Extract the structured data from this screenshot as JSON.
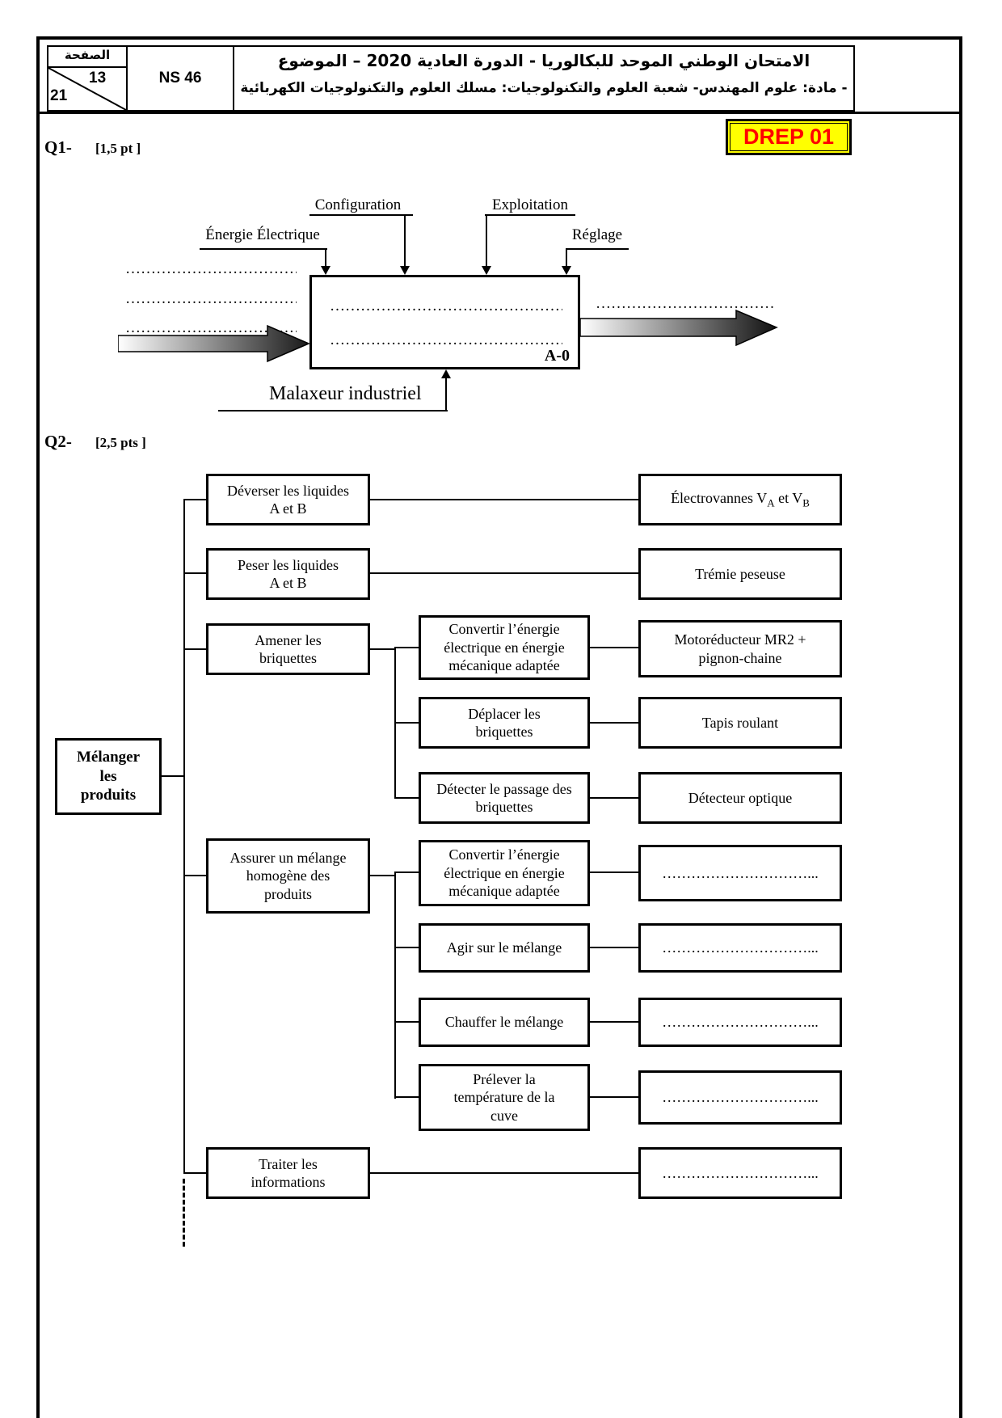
{
  "header": {
    "page_label": "الصفحة",
    "page_number": "13",
    "total_pages": "21",
    "ns_code": "NS 46",
    "title_line1": "الامتحان الوطني الموحد للبكالوريا - الدورة العادية 2020 – الموضوع",
    "title_line2": "- مادة: علوم المهندس- شعبة العلوم والتكنولوجيات: مسلك العلوم والتكنولوجيات الكهربائية"
  },
  "badge": {
    "label": "DREP 01",
    "bg_color": "#FFFF00",
    "text_color": "#FF0000"
  },
  "q1": {
    "label": "Q1-",
    "points": "[1,5 pt ]",
    "inputs": {
      "energie": "Énergie Électrique",
      "config": "Configuration",
      "exploit": "Exploitation",
      "reglage": "Réglage"
    },
    "left_dots1": "………………………………",
    "left_dots2": "………………………………",
    "left_dots3": "………………………………",
    "box_line1": "………………………………………………",
    "box_line2": "………………………………………………",
    "box_id": "A-0",
    "out_dots": "………………………………",
    "caption": "Malaxeur industriel"
  },
  "q2": {
    "label": "Q2-",
    "points": "[2,5 pts ]",
    "root": "Mélanger\nles\nproduits",
    "fn1": "Déverser les liquides\nA et B",
    "fn2": "Peser les liquides\nA et B",
    "fn3": "Amener les\nbriquettes",
    "fn4": "Assurer un mélange\nhomogène des\nproduits",
    "fn5": "Traiter les\ninformations",
    "sub1": "Convertir l’énergie\nélectrique en énergie\nmécanique adaptée",
    "sub2": "Déplacer les\nbriquettes",
    "sub3": "Détecter le passage des\nbriquettes",
    "sub4": "Convertir l’énergie\nélectrique en énergie\nmécanique adaptée",
    "sub5": "Agir sur le mélange",
    "sub6": "Chauffer le mélange",
    "sub7": "Prélever la\ntempérature de la\ncuve",
    "sol1_pre": "Électrovannes V",
    "sol1_sub_a": "A",
    "sol1_mid": " et V",
    "sol1_sub_b": "B",
    "sol2": "Trémie peseuse",
    "sol3": "Motoréducteur MR2 +\npignon-chaine",
    "sol4": "Tapis roulant",
    "sol5": "Détecteur optique",
    "placeholder_dots": "…………………………..."
  }
}
